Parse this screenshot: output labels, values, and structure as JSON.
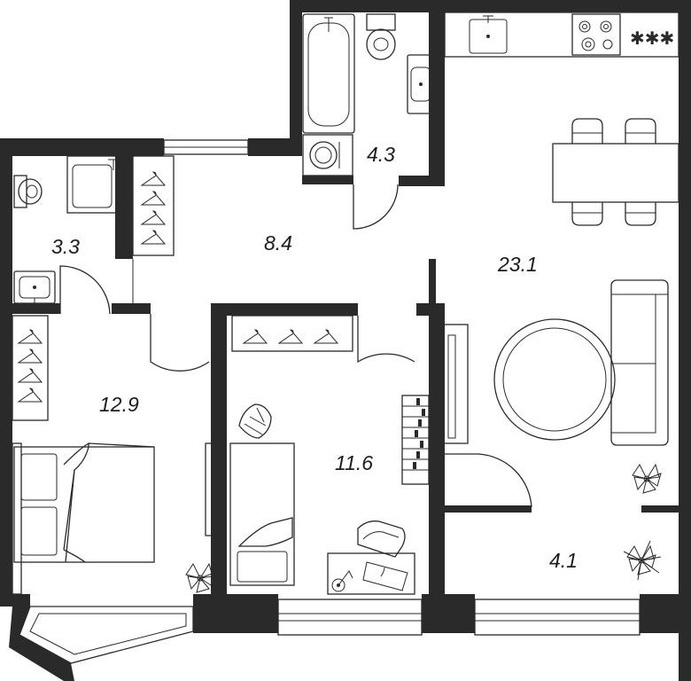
{
  "floor_plan": {
    "rooms": [
      {
        "id": "bathroom",
        "area": "4.3"
      },
      {
        "id": "kitchen-living",
        "area": "23.1"
      },
      {
        "id": "toilet",
        "area": "3.3"
      },
      {
        "id": "hallway",
        "area": "8.4"
      },
      {
        "id": "bedroom",
        "area": "12.9"
      },
      {
        "id": "childrens-room",
        "area": "11.6"
      },
      {
        "id": "balcony",
        "area": "4.1"
      }
    ],
    "icons": [
      "bathtub-icon",
      "toilet-icon",
      "sink-icon",
      "washing-machine-icon",
      "stove-icon",
      "dining-table-icon",
      "chair-icon",
      "sofa-icon",
      "round-rug-icon",
      "bed-icon",
      "desk-icon",
      "armchair-icon",
      "plant-icon",
      "hanger-icon",
      "bookshelf-icon",
      "tricycle-icon",
      "door-swing-icon",
      "window-icon"
    ],
    "colors": {
      "wall": "#2a2a2a",
      "background": "#ffffff",
      "line": "#2a2a2a"
    }
  }
}
